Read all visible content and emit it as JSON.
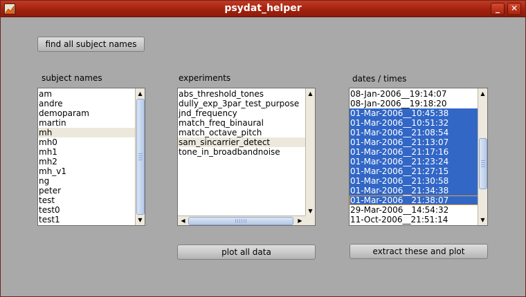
{
  "window": {
    "title": "psydat_helper",
    "minimize_glyph": "_",
    "close_glyph": "✕"
  },
  "buttons": {
    "find_all": "find all subject names",
    "plot_all": "plot all data",
    "extract_plot": "extract these and plot"
  },
  "labels": {
    "subjects": "subject names",
    "experiments": "experiments",
    "dates": "dates / times"
  },
  "subjects": {
    "items": [
      "am",
      "andre",
      "demoparam",
      "martin",
      "mh",
      "mh0",
      "mh1",
      "mh2",
      "mh_v1",
      "ng",
      "peter",
      "test",
      "test0",
      "test1"
    ],
    "selected": "mh"
  },
  "experiments": {
    "items": [
      "abs_threshold_tones",
      "dully_exp_3par_test_purpose",
      "jnd_frequency",
      "match_freq_binaural",
      "match_octave_pitch",
      "sam_sincarrier_detect",
      "tone_in_broadbandnoise"
    ],
    "selected": "sam_sincarrier_detect"
  },
  "dates": {
    "items": [
      "08-Jan-2006__19:14:07",
      "08-Jan-2006__19:18:20",
      "01-Mar-2006__10:45:38",
      "01-Mar-2006__10:51:32",
      "01-Mar-2006__21:08:54",
      "01-Mar-2006__21:13:07",
      "01-Mar-2006__21:17:16",
      "01-Mar-2006__21:23:24",
      "01-Mar-2006__21:27:15",
      "01-Mar-2006__21:30:58",
      "01-Mar-2006__21:34:38",
      "01-Mar-2006__21:38:07",
      "29-Mar-2006__14:54:32",
      "11-Oct-2006__21:51:14"
    ],
    "selected_range": "01-Mar-2006__10:45:38 to 01-Mar-2006__21:34:38",
    "current_item": "01-Mar-2006__21:38:07"
  },
  "colors": {
    "window_bg": "#a9a9a9",
    "titlebar": "#a3220f",
    "selection": "#3267c6",
    "current_row": "#ece8dc"
  },
  "icons": {
    "app": "matlab-figure-icon",
    "minimize": "minimize-icon",
    "close": "close-icon",
    "scroll_up": "arrow-up-icon",
    "scroll_down": "arrow-down-icon",
    "scroll_left": "arrow-left-icon",
    "scroll_right": "arrow-right-icon"
  }
}
